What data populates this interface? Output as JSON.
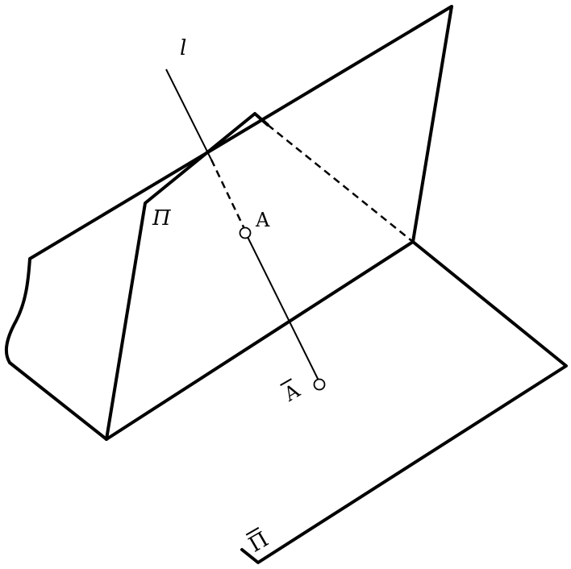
{
  "labels": {
    "line": "l",
    "plane": "Π",
    "point": "A",
    "point_projection": "A",
    "plane_projection": "Π"
  }
}
